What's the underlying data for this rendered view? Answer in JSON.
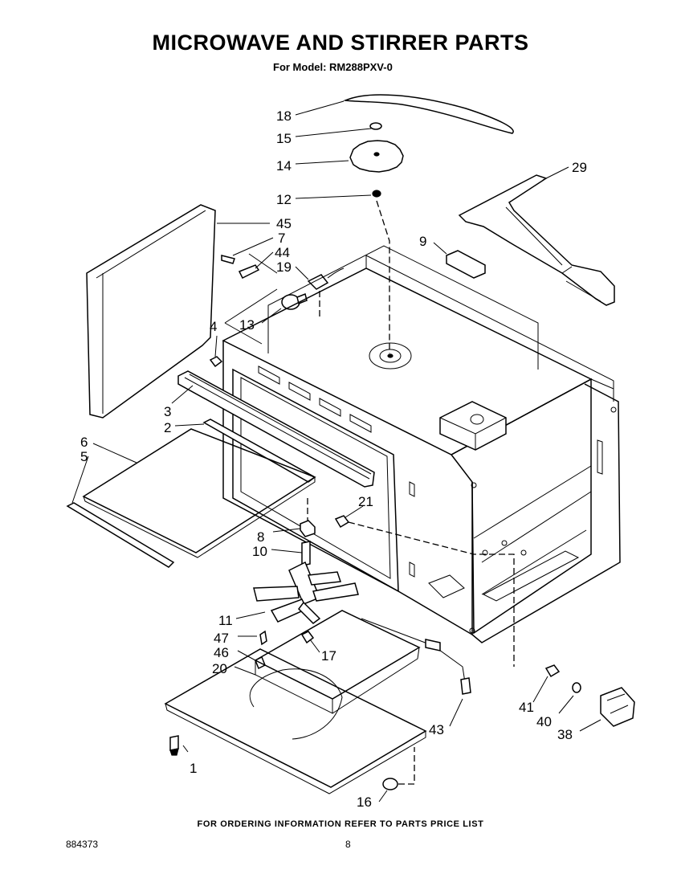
{
  "header": {
    "title": "MICROWAVE AND STIRRER PARTS",
    "model": "For Model: RM288PXV-0"
  },
  "footer": {
    "ordering_note": "FOR ORDERING INFORMATION REFER TO PARTS PRICE LIST",
    "doc_number": "884373",
    "page_number": "8"
  },
  "callouts": {
    "c1": "1",
    "c2": "2",
    "c3": "3",
    "c4": "4",
    "c5": "5",
    "c6": "6",
    "c7": "7",
    "c8": "8",
    "c9": "9",
    "c10": "10",
    "c11": "11",
    "c12": "12",
    "c13": "13",
    "c14": "14",
    "c15": "15",
    "c16": "16",
    "c17": "17",
    "c18": "18",
    "c19": "19",
    "c20": "20",
    "c21": "21",
    "c29": "29",
    "c38": "38",
    "c40": "40",
    "c41": "41",
    "c43": "43",
    "c44": "44",
    "c45": "45",
    "c46": "46",
    "c47": "47"
  }
}
